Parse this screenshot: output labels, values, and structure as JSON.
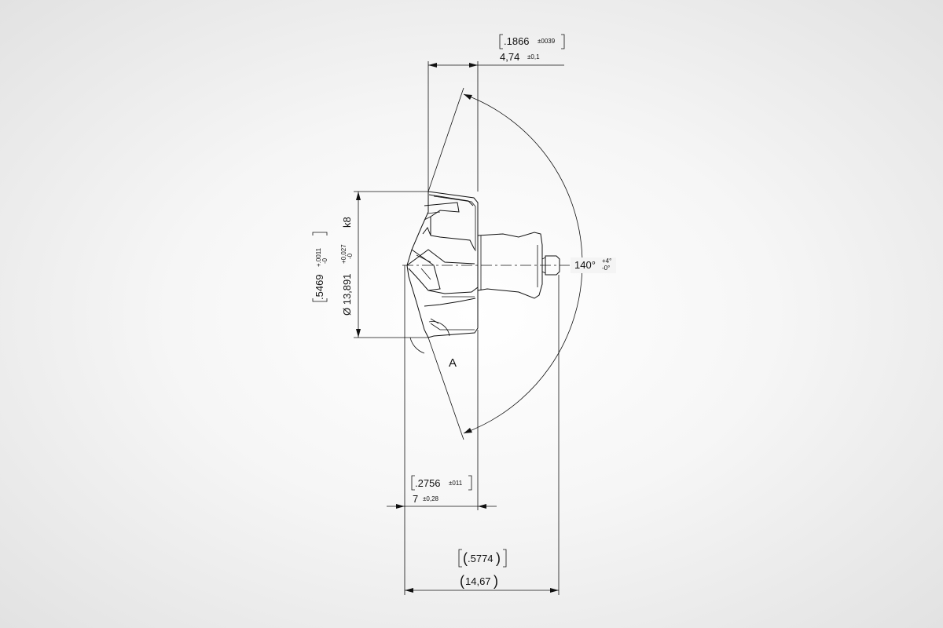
{
  "dimensions": {
    "top_width": {
      "imperial": ".1866",
      "imperial_tol": "±0039",
      "metric": "4,74",
      "metric_tol": "±0,1"
    },
    "diameter": {
      "imperial": ".5469",
      "imperial_tol_plus": "+.0011",
      "imperial_tol_minus": "-0",
      "metric": "Ø 13,891",
      "metric_tol_plus": "+0,027",
      "metric_tol_minus": "-0",
      "fit": "k8"
    },
    "angle": {
      "value": "140°",
      "tol_plus": "+4°",
      "tol_minus": "-0°"
    },
    "bottom_width": {
      "imperial": ".2756",
      "imperial_tol": "±011",
      "metric": "7",
      "metric_tol": "±0,28"
    },
    "overall_length": {
      "imperial": ".5774",
      "metric": "14,67"
    }
  },
  "labels": {
    "detail": "A"
  }
}
